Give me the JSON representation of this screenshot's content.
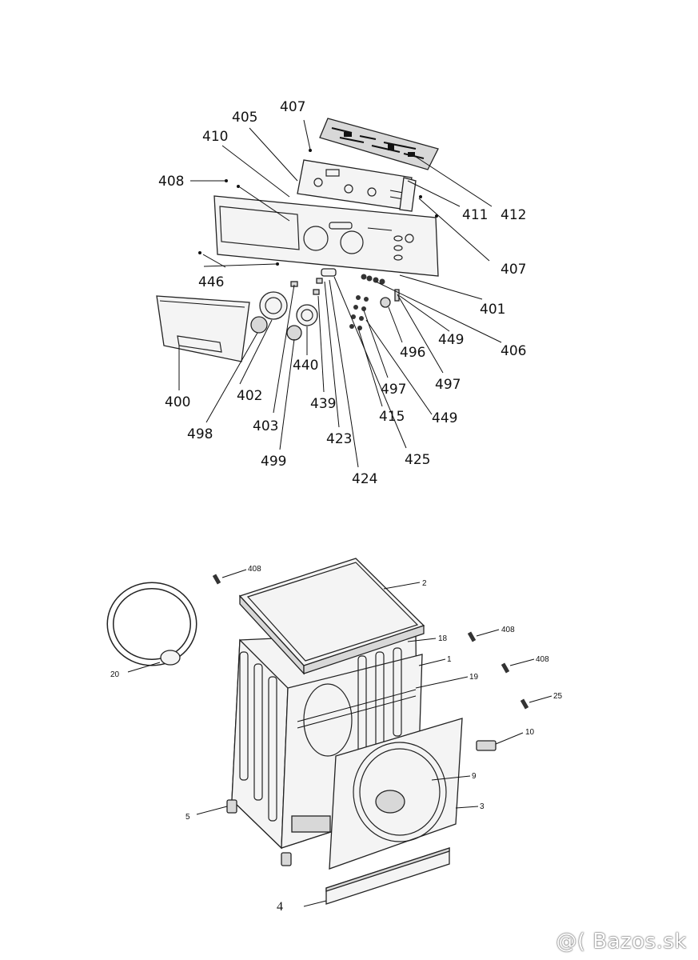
{
  "top_labels": [
    "407",
    "405",
    "410",
    "408",
    "411",
    "412",
    "407",
    "446",
    "401",
    "406",
    "449",
    "496",
    "497",
    "440",
    "402",
    "439",
    "497",
    "449",
    "400",
    "498",
    "403",
    "415",
    "423",
    "499",
    "424",
    "425"
  ],
  "bottom_labels": [
    "408",
    "2",
    "408",
    "18",
    "1",
    "408",
    "20",
    "19",
    "25",
    "10",
    "9",
    "5",
    "3",
    "4"
  ],
  "watermark": "@( Bazos.sk"
}
